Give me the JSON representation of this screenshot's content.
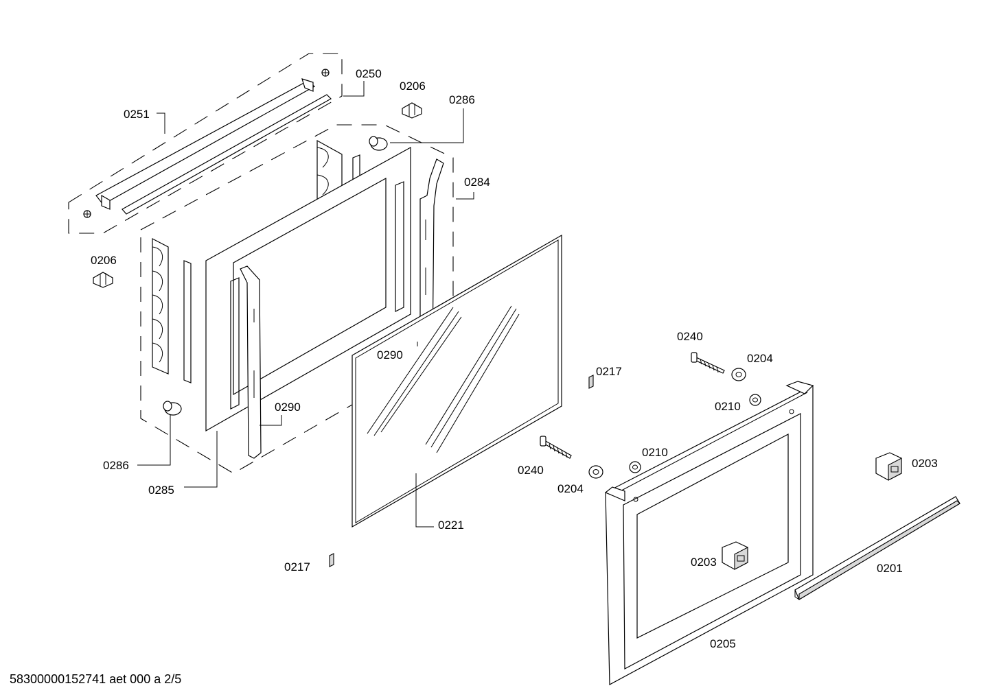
{
  "diagram": {
    "labels": {
      "l0251": "0251",
      "l0250": "0250",
      "l0206a": "0206",
      "l0286a": "0286",
      "l0284": "0284",
      "l0206b": "0206",
      "l0290a": "0290",
      "l0290b": "0290",
      "l0286b": "0286",
      "l0285": "0285",
      "l0221": "0221",
      "l0217a": "0217",
      "l0217b": "0217",
      "l0240a": "0240",
      "l0204a": "0204",
      "l0210a": "0210",
      "l0240b": "0240",
      "l0204b": "0204",
      "l0210b": "0210",
      "l0203a": "0203",
      "l0203b": "0203",
      "l0201": "0201",
      "l0205": "0205"
    },
    "footer": "58300000152741 aet 000 a 2/5"
  }
}
